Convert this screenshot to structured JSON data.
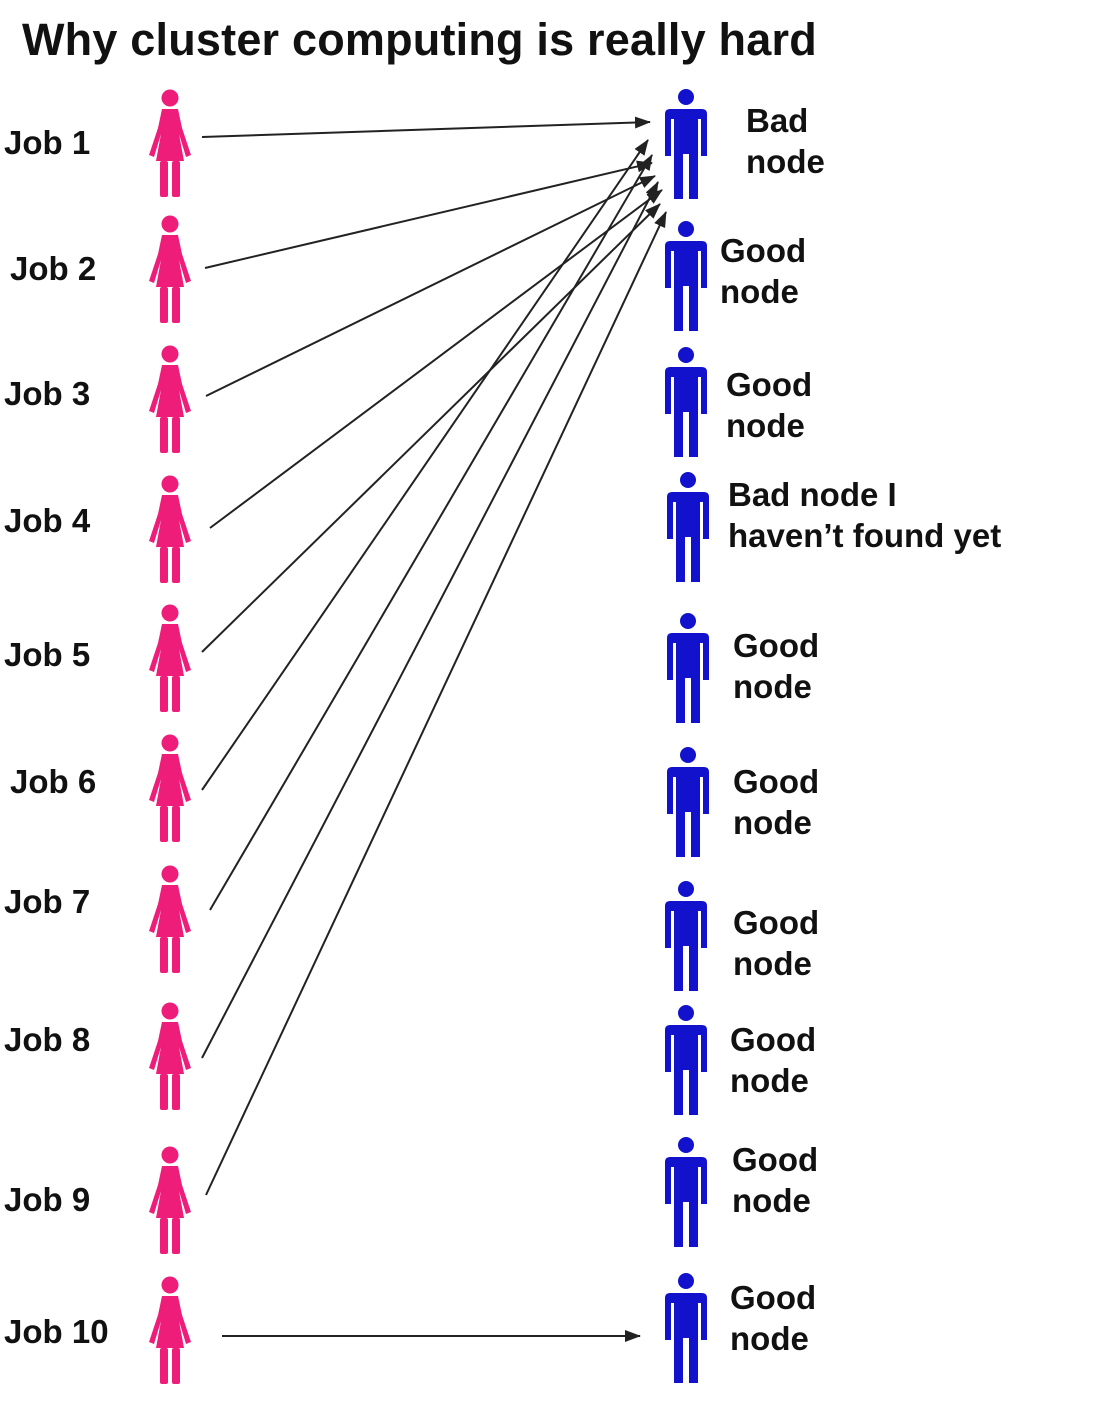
{
  "title": "Why cluster computing is really hard",
  "colors": {
    "job": "#ee1d7a",
    "node": "#1212cc",
    "arrow": "#222222"
  },
  "jobs": [
    {
      "label": "Job 1",
      "target_node": 1
    },
    {
      "label": "Job 2",
      "target_node": 1
    },
    {
      "label": "Job 3",
      "target_node": 1
    },
    {
      "label": "Job 4",
      "target_node": 1
    },
    {
      "label": "Job 5",
      "target_node": 1
    },
    {
      "label": "Job 6",
      "target_node": 1
    },
    {
      "label": "Job 7",
      "target_node": 1
    },
    {
      "label": "Job 8",
      "target_node": 1
    },
    {
      "label": "Job 9",
      "target_node": 1
    },
    {
      "label": "Job 10",
      "target_node": 10
    }
  ],
  "nodes": [
    {
      "line1": "Bad",
      "line2": "node"
    },
    {
      "line1": "Good",
      "line2": "node"
    },
    {
      "line1": "Good",
      "line2": "node"
    },
    {
      "line1": "Bad node I",
      "line2": "haven’t found yet"
    },
    {
      "line1": "Good",
      "line2": "node"
    },
    {
      "line1": "Good",
      "line2": "node"
    },
    {
      "line1": "Good",
      "line2": "node"
    },
    {
      "line1": "Good",
      "line2": "node"
    },
    {
      "line1": "Good",
      "line2": "node"
    },
    {
      "line1": "Good",
      "line2": "node"
    }
  ]
}
